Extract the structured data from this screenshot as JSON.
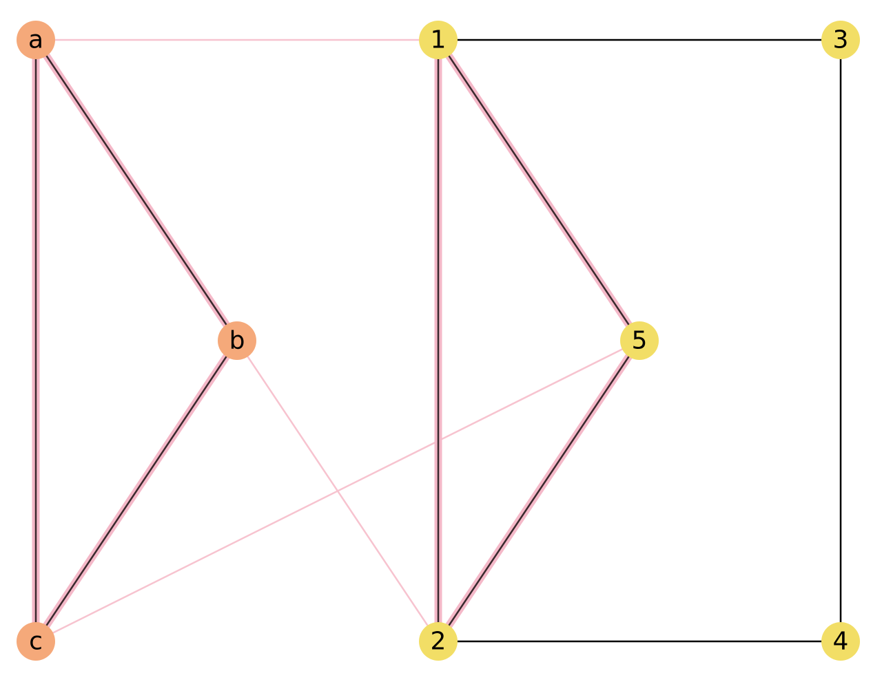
{
  "graph": {
    "nodes": [
      {
        "id": "a",
        "label": "a",
        "group": "left",
        "color": "#F5A97A"
      },
      {
        "id": "b",
        "label": "b",
        "group": "left",
        "color": "#F5A97A"
      },
      {
        "id": "c",
        "label": "c",
        "group": "left",
        "color": "#F5A97A"
      },
      {
        "id": "1",
        "label": "1",
        "group": "right",
        "color": "#F2DE66"
      },
      {
        "id": "2",
        "label": "2",
        "group": "right",
        "color": "#F2DE66"
      },
      {
        "id": "3",
        "label": "3",
        "group": "right",
        "color": "#F2DE66"
      },
      {
        "id": "4",
        "label": "4",
        "group": "right",
        "color": "#F2DE66"
      },
      {
        "id": "5",
        "label": "5",
        "group": "right",
        "color": "#F2DE66"
      }
    ],
    "edges": [
      {
        "source": "a",
        "target": "b",
        "type": "matched"
      },
      {
        "source": "a",
        "target": "c",
        "type": "matched"
      },
      {
        "source": "b",
        "target": "c",
        "type": "matched"
      },
      {
        "source": "1",
        "target": "2",
        "type": "matched"
      },
      {
        "source": "1",
        "target": "5",
        "type": "matched"
      },
      {
        "source": "2",
        "target": "5",
        "type": "matched"
      },
      {
        "source": "1",
        "target": "3",
        "type": "graph"
      },
      {
        "source": "3",
        "target": "4",
        "type": "graph"
      },
      {
        "source": "2",
        "target": "4",
        "type": "graph"
      },
      {
        "source": "a",
        "target": "1",
        "type": "mapping"
      },
      {
        "source": "b",
        "target": "2",
        "type": "mapping"
      },
      {
        "source": "c",
        "target": "5",
        "type": "mapping"
      }
    ]
  },
  "colors": {
    "graph_edge": "#000000",
    "highlight_edge": "#F4B8C8",
    "mapping_edge": "#F7C3CF"
  }
}
